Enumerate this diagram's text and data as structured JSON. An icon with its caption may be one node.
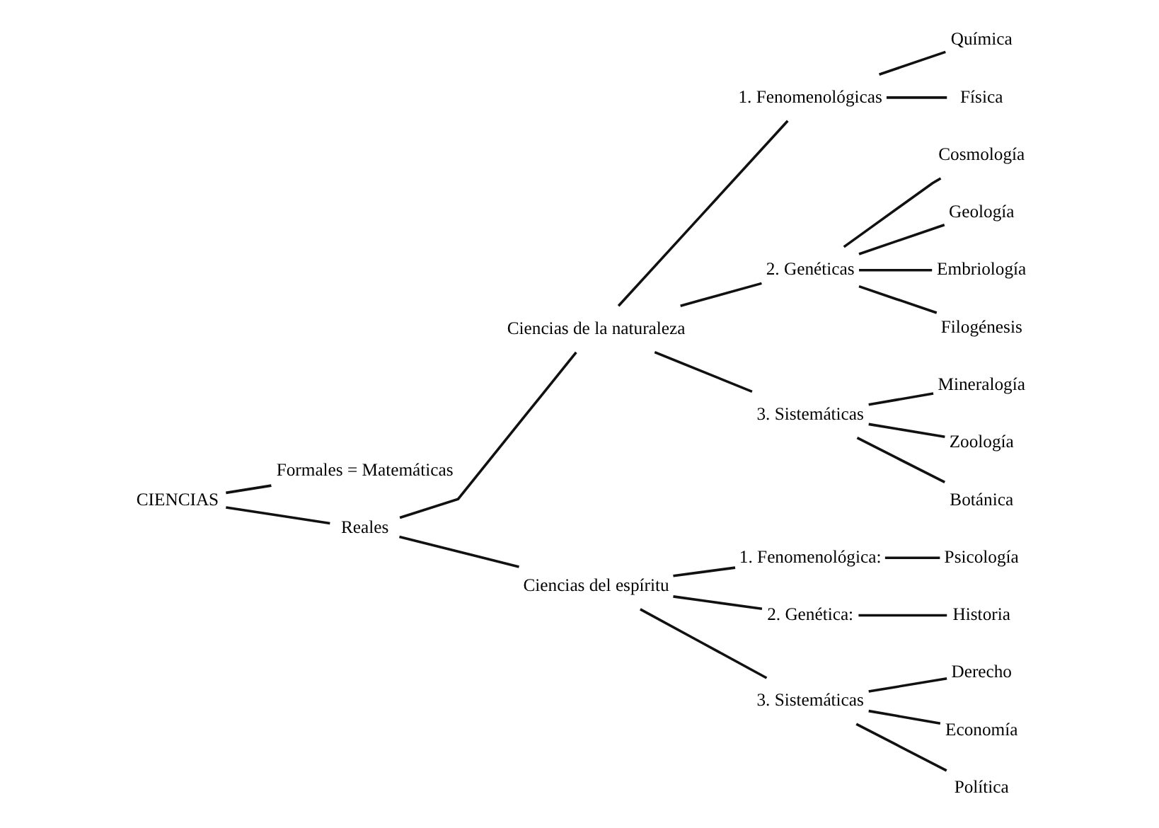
{
  "diagram": {
    "nodes": [
      {
        "text": [
          "CIENCIAS"
        ]
      },
      {
        "text": [
          "Formales = Matemáticas"
        ]
      },
      {
        "text": [
          "Reales"
        ]
      },
      {
        "text": [
          "Ciencias de la naturaleza"
        ]
      },
      {
        "text": [
          "Ciencias del espíritu"
        ]
      },
      {
        "text": [
          "1. Fenomenológicas"
        ]
      },
      {
        "text": [
          "2. Genéticas"
        ]
      },
      {
        "text": [
          "3. Sistemáticas"
        ]
      },
      {
        "text": [
          "Química"
        ]
      },
      {
        "text": [
          "Física"
        ]
      },
      {
        "text": [
          "Cosmología"
        ]
      },
      {
        "text": [
          "Geología"
        ]
      },
      {
        "text": [
          "Embriología"
        ]
      },
      {
        "text": [
          "Filogénesis"
        ]
      },
      {
        "text": [
          "Mineralogía"
        ]
      },
      {
        "text": [
          "Zoología"
        ]
      },
      {
        "text": [
          "Botánica"
        ]
      },
      {
        "text": [
          "1. Fenomenológica:"
        ]
      },
      {
        "text": [
          "Psicología"
        ]
      },
      {
        "text": [
          "2. Genética:"
        ]
      },
      {
        "text": [
          "Historia"
        ]
      },
      {
        "text": [
          "3. Sistemáticas"
        ]
      },
      {
        "text": [
          "Derecho"
        ]
      },
      {
        "text": [
          "Economía"
        ]
      },
      {
        "text": [
          "Política"
        ]
      }
    ],
    "edges": [
      {
        "from": 0,
        "to": 1,
        "arrow": "none"
      },
      {
        "from": 0,
        "to": 2,
        "arrow": "none"
      },
      {
        "from": 2,
        "to": 3,
        "arrow": "none"
      },
      {
        "from": 2,
        "to": 4,
        "arrow": "none"
      },
      {
        "from": 3,
        "to": 5,
        "arrow": "none"
      },
      {
        "from": 3,
        "to": 6,
        "arrow": "none"
      },
      {
        "from": 3,
        "to": 7,
        "arrow": "none"
      },
      {
        "from": 5,
        "to": 8,
        "arrow": "none"
      },
      {
        "from": 5,
        "to": 9,
        "arrow": "none"
      },
      {
        "from": 6,
        "to": 10,
        "arrow": "none"
      },
      {
        "from": 6,
        "to": 11,
        "arrow": "none"
      },
      {
        "from": 6,
        "to": 12,
        "arrow": "none"
      },
      {
        "from": 6,
        "to": 13,
        "arrow": "none"
      },
      {
        "from": 7,
        "to": 14,
        "arrow": "none"
      },
      {
        "from": 7,
        "to": 15,
        "arrow": "none"
      },
      {
        "from": 7,
        "to": 16,
        "arrow": "none"
      },
      {
        "from": 4,
        "to": 17,
        "arrow": "none"
      },
      {
        "from": 4,
        "to": 19,
        "arrow": "none"
      },
      {
        "from": 4,
        "to": 21,
        "arrow": "none"
      },
      {
        "from": 17,
        "to": 18,
        "arrow": "none"
      },
      {
        "from": 19,
        "to": 20,
        "arrow": "none"
      },
      {
        "from": 21,
        "to": 22,
        "arrow": "none"
      },
      {
        "from": 21,
        "to": 23,
        "arrow": "none"
      },
      {
        "from": 21,
        "to": 24,
        "arrow": "none"
      }
    ]
  }
}
